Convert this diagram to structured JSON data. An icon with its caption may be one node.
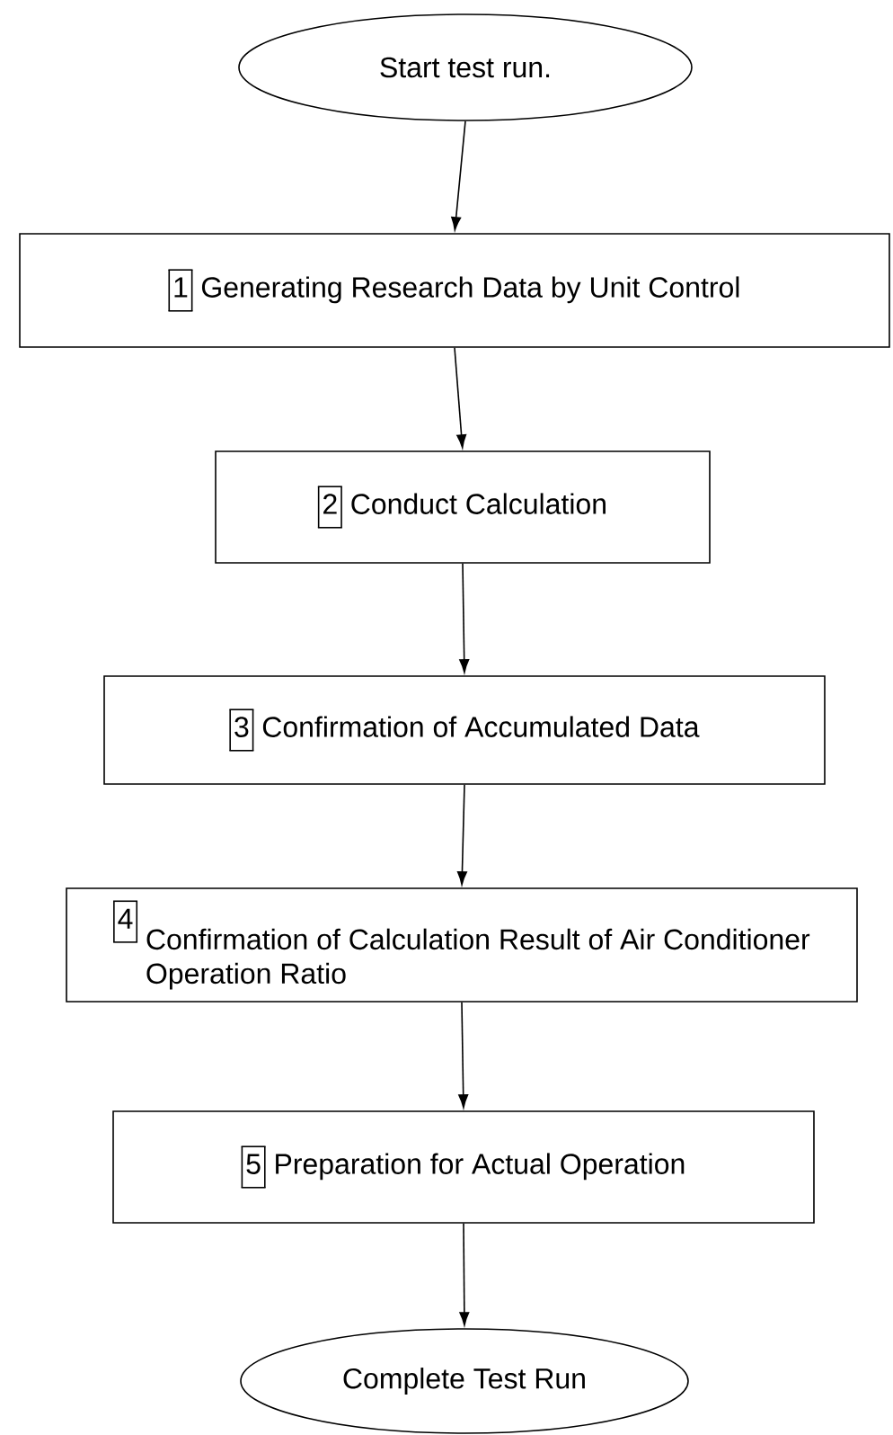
{
  "diagram": {
    "nodes": [
      {
        "text": [
          "Start test run."
        ]
      },
      {
        "text": [
          "1",
          "Generating Research Data by Unit Control"
        ]
      },
      {
        "text": [
          "2",
          "Conduct Calculation"
        ]
      },
      {
        "text": [
          "3",
          "Confirmation of Accumulated Data"
        ]
      },
      {
        "text": [
          "4",
          "Confirmation of Calculation Result of Air Conditioner Operation Ratio"
        ]
      },
      {
        "text": [
          "5",
          "Preparation for Actual Operation"
        ]
      },
      {
        "text": [
          "Complete Test Run"
        ]
      }
    ],
    "edges": [
      {
        "from": 0,
        "to": 1,
        "arrow": "to"
      },
      {
        "from": 1,
        "to": 2,
        "arrow": "to"
      },
      {
        "from": 2,
        "to": 3,
        "arrow": "to"
      },
      {
        "from": 3,
        "to": 4,
        "arrow": "to"
      },
      {
        "from": 4,
        "to": 5,
        "arrow": "to"
      },
      {
        "from": 5,
        "to": 6,
        "arrow": "to"
      }
    ]
  }
}
